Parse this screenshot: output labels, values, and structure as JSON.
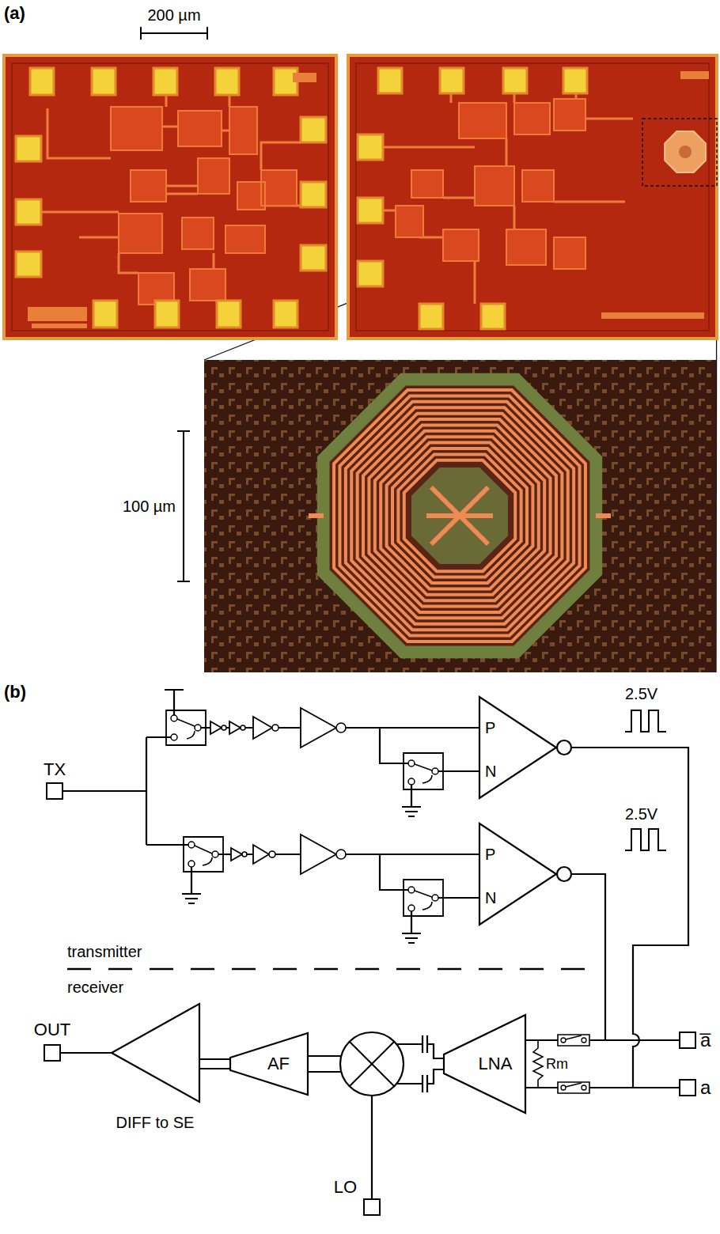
{
  "diagram": {
    "nodes": [
      {
        "text": [
          "TX"
        ]
      },
      {
        "text": [
          "P",
          "N"
        ]
      },
      {
        "text": [
          "P",
          "N"
        ]
      },
      {
        "text": [
          "OUT"
        ]
      },
      {
        "text": [
          "DIFF to SE"
        ]
      },
      {
        "text": [
          "AF"
        ]
      },
      {
        "text": [
          "LNA"
        ]
      },
      {
        "text": [
          "a̅"
        ]
      },
      {
        "text": [
          "a"
        ]
      },
      {
        "text": [
          "LO"
        ]
      }
    ],
    "edges": [
      {
        "from": 1,
        "to": 8,
        "arrow": "none"
      },
      {
        "from": 2,
        "to": 7,
        "arrow": "none"
      },
      {
        "from": 5,
        "to": 4,
        "arrow": "none"
      },
      {
        "from": 5,
        "to": 4,
        "arrow": "none"
      },
      {
        "from": 4,
        "to": 3,
        "arrow": "none"
      }
    ],
    "labels": [
      "(a)",
      "200 µm",
      "100 µm",
      "(b)",
      "2.5V",
      "2.5V",
      "transmitter",
      "receiver",
      "Rm"
    ]
  }
}
